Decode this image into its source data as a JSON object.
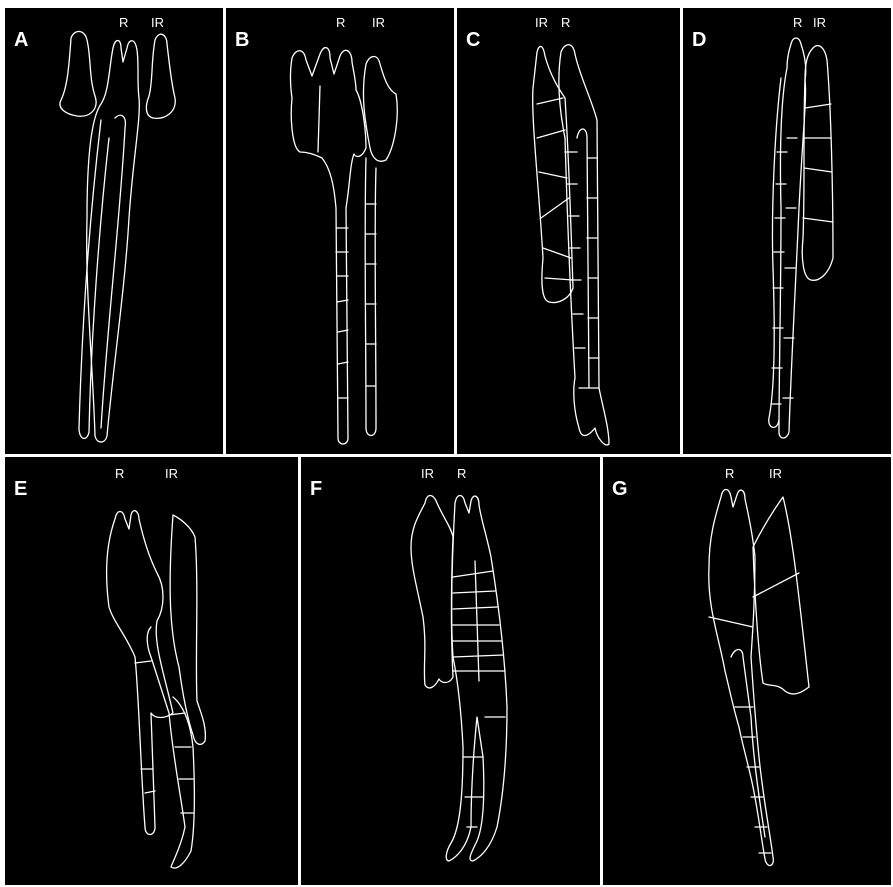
{
  "colors": {
    "background": "#000000",
    "line": "#ffffff",
    "divider": "#ffffff"
  },
  "panels": {
    "A": {
      "letter": "A",
      "labels": [
        "R",
        "IR"
      ]
    },
    "B": {
      "letter": "B",
      "labels": [
        "R",
        "IR"
      ]
    },
    "C": {
      "letter": "C",
      "labels": [
        "IR",
        "R"
      ]
    },
    "D": {
      "letter": "D",
      "labels": [
        "R",
        "IR"
      ]
    },
    "E": {
      "letter": "E",
      "labels": [
        "R",
        "IR"
      ]
    },
    "F": {
      "letter": "F",
      "labels": [
        "IR",
        "R"
      ]
    },
    "G": {
      "letter": "G",
      "labels": [
        "R",
        "IR"
      ]
    }
  }
}
